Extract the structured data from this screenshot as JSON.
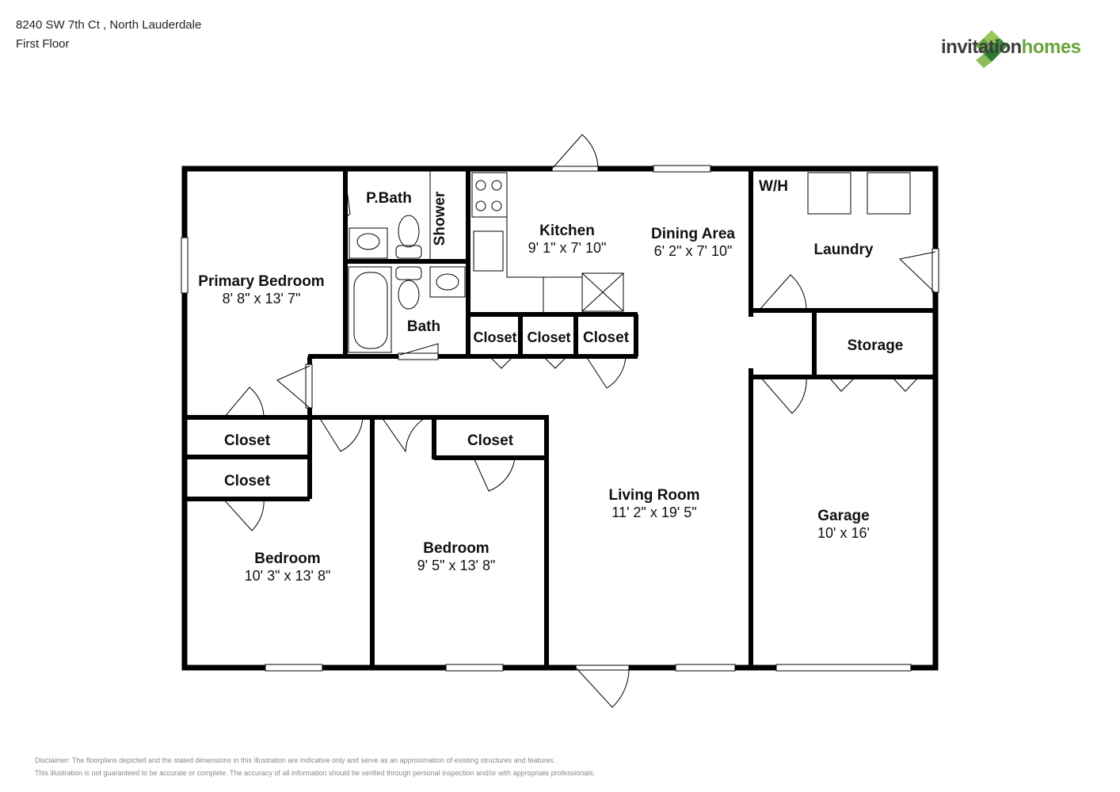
{
  "header": {
    "address": "8240 SW 7th Ct , North Lauderdale",
    "floor": "First Floor"
  },
  "logo": {
    "word1": "invitation",
    "word2": "homes",
    "colors": {
      "green_dark": "#3f8f3a",
      "green_mid": "#6aa441",
      "green_light": "#9bc75a",
      "text_dark": "#3d3d3d"
    }
  },
  "rooms": {
    "primary_bedroom": {
      "name": "Primary Bedroom",
      "dims": "8' 8\" x 13' 7\""
    },
    "pbath": {
      "name": "P.Bath"
    },
    "shower": {
      "name": "Shower"
    },
    "bath": {
      "name": "Bath"
    },
    "kitchen": {
      "name": "Kitchen",
      "dims": "9' 1\" x 7' 10\""
    },
    "dining": {
      "name": "Dining Area",
      "dims": "6' 2\" x 7' 10\""
    },
    "wh": {
      "name": "W/H"
    },
    "laundry": {
      "name": "Laundry"
    },
    "storage": {
      "name": "Storage"
    },
    "closet_a": {
      "name": "Closet"
    },
    "closet_b": {
      "name": "Closet"
    },
    "closet_c": {
      "name": "Closet"
    },
    "closet_d": {
      "name": "Closet"
    },
    "closet_e": {
      "name": "Closet"
    },
    "closet_f": {
      "name": "Closet"
    },
    "bedroom_1": {
      "name": "Bedroom",
      "dims": "10' 3\" x 13' 8\""
    },
    "bedroom_2": {
      "name": "Bedroom",
      "dims": "9' 5\" x 13' 8\""
    },
    "living": {
      "name": "Living Room",
      "dims": "11' 2\" x 19' 5\""
    },
    "garage": {
      "name": "Garage",
      "dims": "10' x 16'"
    }
  },
  "disclaimer": {
    "line1": "Disclaimer: The floorplans depicted and the stated dimensions in this illustration are indicative only and serve as an approximation of existing structures and features.",
    "line2": "This illustration is not guaranteed to be accurate or complete. The accuracy of all information should be verified through personal inspection and/or with appropriate professionals."
  }
}
